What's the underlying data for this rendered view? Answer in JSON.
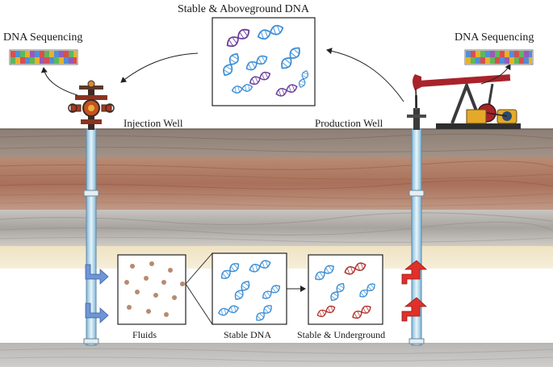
{
  "labels": {
    "top_box": "Stable & Aboveground DNA",
    "seq_left": "DNA Sequencing",
    "seq_right": "DNA Sequencing",
    "injection_well": "Injection Well",
    "production_well": "Production Well",
    "fluids": "Fluids",
    "stable_dna": "Stable DNA",
    "stable_underground": "Stable & Underground"
  },
  "colors": {
    "dna_blue": "#3d8fd6",
    "dna_purple": "#6a3f9e",
    "dna_red": "#b0302b",
    "fluid_dot": "#b78a70",
    "inflow_arrow": "#6e95d6",
    "outflow_arrow": "#e0302a",
    "pump_red": "#a8232b",
    "pump_yellow": "#e5a92a"
  },
  "icons": {
    "injection_wellhead": "wellhead-valve-icon",
    "pump_jack": "pump-jack-icon",
    "sequence_strip": "dna-sequence-strip-icon"
  }
}
